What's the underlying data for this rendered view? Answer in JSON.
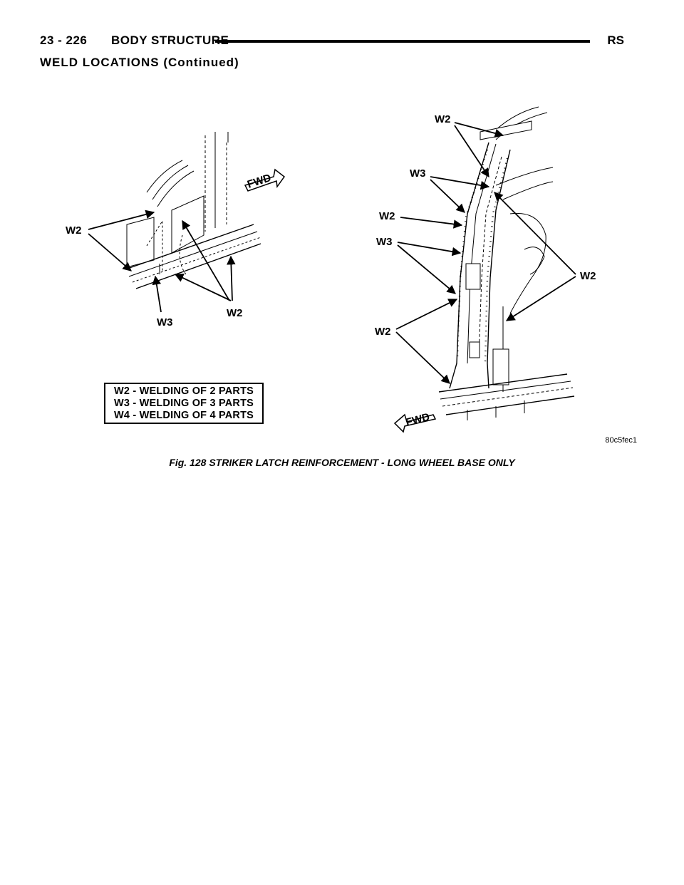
{
  "header": {
    "page_number": "23 - 226",
    "section": "BODY STRUCTURE",
    "code": "RS"
  },
  "section_title": "WELD LOCATIONS (Continued)",
  "figure": {
    "callouts": {
      "left_w2_a": "W2",
      "left_w3": "W3",
      "left_w2_b": "W2",
      "left_fwd": "FWD",
      "right_w2_top": "W2",
      "right_w3_a": "W3",
      "right_w2_b": "W2",
      "right_w3_b": "W3",
      "right_w2_c": "W2",
      "right_w2_right": "W2",
      "right_fwd": "FWD"
    },
    "legend": [
      "W2 - WELDING OF 2 PARTS",
      "W3 - WELDING OF 3 PARTS",
      "W4 - WELDING OF 4 PARTS"
    ],
    "figure_id": "80c5fec1"
  },
  "caption": "Fig. 128 STRIKER LATCH REINFORCEMENT - LONG WHEEL BASE ONLY"
}
